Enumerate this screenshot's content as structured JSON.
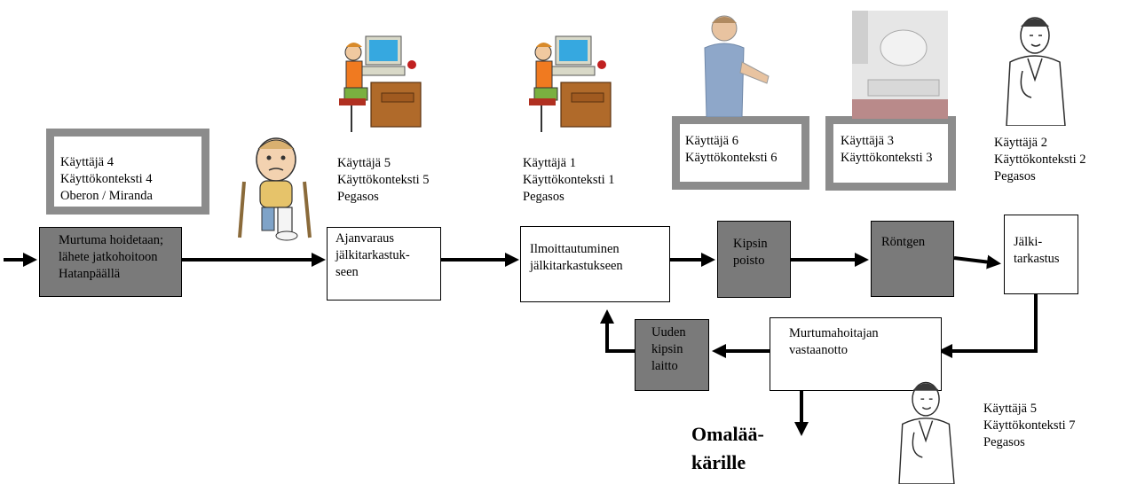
{
  "process": {
    "murtuma": [
      "Murtuma hoidetaan;",
      "lähete jatkohoitoon",
      "Hatanpäällä"
    ],
    "ajanvaraus": [
      "Ajanvaraus",
      "jälkitarkastuk-",
      "seen"
    ],
    "ilmoittautuminen": [
      "Ilmoittautuminen",
      "jälkitarkastukseen"
    ],
    "kipsin_poisto": [
      "Kipsin",
      "poisto"
    ],
    "rontgen": [
      "Röntgen"
    ],
    "jalkitarkastus": [
      "Jälki-",
      "tarkastus"
    ],
    "murtumahoitajan": [
      "Murtumahoitajan",
      "vastaanotto"
    ],
    "uuden_kipsin": [
      "Uuden",
      "kipsin",
      "laitto"
    ]
  },
  "users": {
    "u4": [
      "Käyttäjä 4",
      "Käyttökonteksti 4",
      "Oberon / Miranda"
    ],
    "u5a": [
      "Käyttäjä 5",
      "Käyttökonteksti 5",
      "Pegasos"
    ],
    "u1": [
      "Käyttäjä 1",
      "Käyttökonteksti 1",
      "Pegasos"
    ],
    "u6": [
      "Käyttäjä 6",
      "Käyttökonteksti 6"
    ],
    "u3": [
      "Käyttäjä 3",
      "Käyttökonteksti 3"
    ],
    "u2": [
      "Käyttäjä 2",
      "Käyttökonteksti 2",
      "Pegasos"
    ],
    "u5b": [
      "Käyttäjä 5",
      "Käyttökonteksti 7",
      "Pegasos"
    ]
  },
  "exit_label": [
    "Omalää-",
    "kärille"
  ],
  "colors": {
    "dark_box": "#7a7a7a",
    "frame_gray": "#8c8c8c"
  }
}
